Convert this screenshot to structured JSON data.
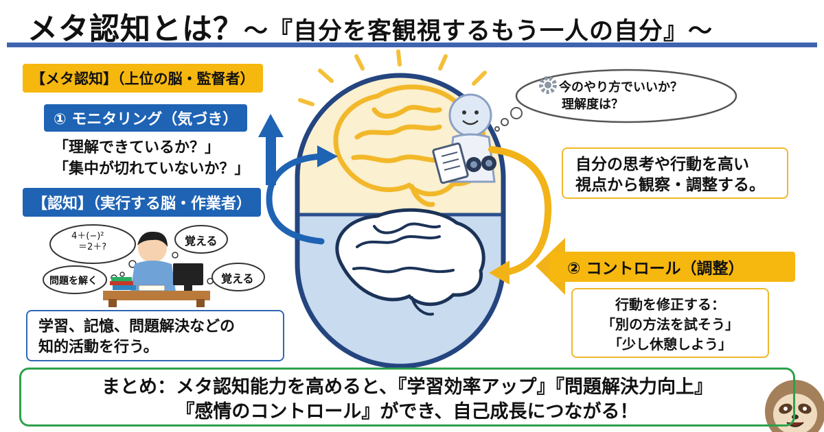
{
  "title": {
    "main": "メタ認知とは？",
    "sub": "～『自分を客観視するもう一人の自分』～"
  },
  "meta_cognition": {
    "header": "【メタ認知】（上位の脳・監督者）",
    "monitoring_label": "① モニタリング（気づき）",
    "monitoring_lines": [
      "「理解できているか？」",
      "「集中が切れていないか？」"
    ],
    "thought_lines": [
      "今のやり方でいいか？",
      "理解度は？"
    ],
    "description_lines": [
      "自分の思考や行動を高い",
      "視点から観察・調整する。"
    ]
  },
  "cognition": {
    "header": "【認知】（実行する脳・作業者）",
    "math_bubble": [
      "4＋(−)²",
      "＝2＋?"
    ],
    "bubble_solve": "問題を解く",
    "bubble_remember_1": "覚える",
    "bubble_remember_2": "覚える",
    "description_lines": [
      "学習、記憶、問題解決などの",
      "知的活動を行う。"
    ]
  },
  "control": {
    "label": "② コントロール（調整）",
    "heading": "行動を修正する：",
    "lines": [
      "「別の方法を試そう」",
      "「少し休憩しよう」"
    ]
  },
  "summary": {
    "line1": "まとめ：メタ認知能力を高めると、『学習効率アップ』『問題解決力向上』",
    "line2": "『感情のコントロール』ができ、自己成長につながる！"
  },
  "colors": {
    "accent_blue": "#1e63b4",
    "accent_yellow": "#f6b70f",
    "summary_green": "#2ea04c",
    "title_rule": "#3f63b0"
  }
}
